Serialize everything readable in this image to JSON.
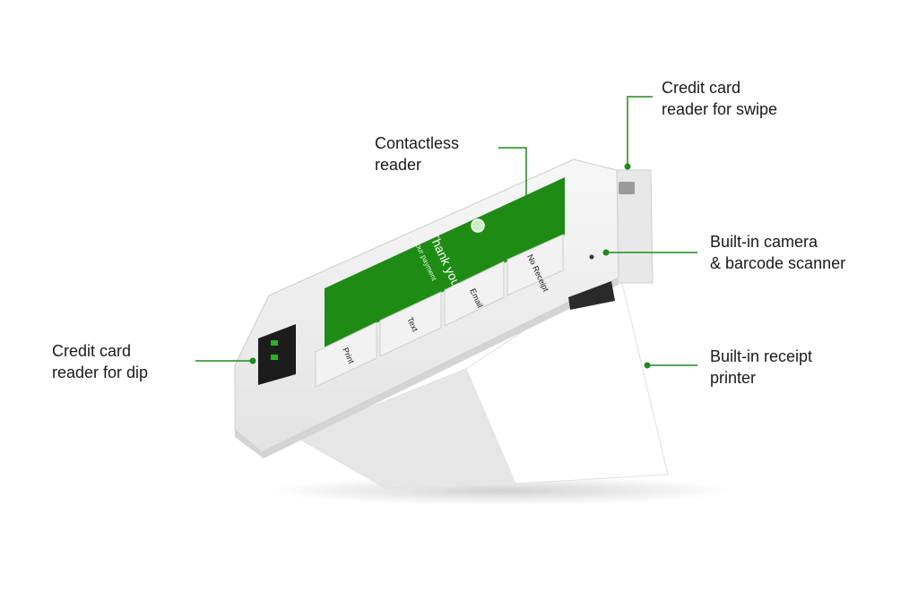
{
  "accent_color": "#1e8a1e",
  "screen_color": "#1e8c14",
  "callouts": {
    "contactless": {
      "line1": "Contactless",
      "line2": "reader"
    },
    "swipe": {
      "line1": "Credit card",
      "line2": "reader for swipe"
    },
    "camera": {
      "line1": "Built-in camera",
      "line2": "& barcode scanner"
    },
    "dip": {
      "line1": "Credit card",
      "line2": "reader for dip"
    },
    "printer": {
      "line1": "Built-in receipt",
      "line2": "printer"
    }
  },
  "screen": {
    "line1": "Thank you!",
    "line2": "Your payment"
  },
  "screen_buttons": [
    "Print",
    "Text",
    "Email",
    "No Receipt"
  ],
  "device_icons": [
    "card-slot-icon",
    "swipe-icon",
    "contactless-icon",
    "camera-icon"
  ]
}
